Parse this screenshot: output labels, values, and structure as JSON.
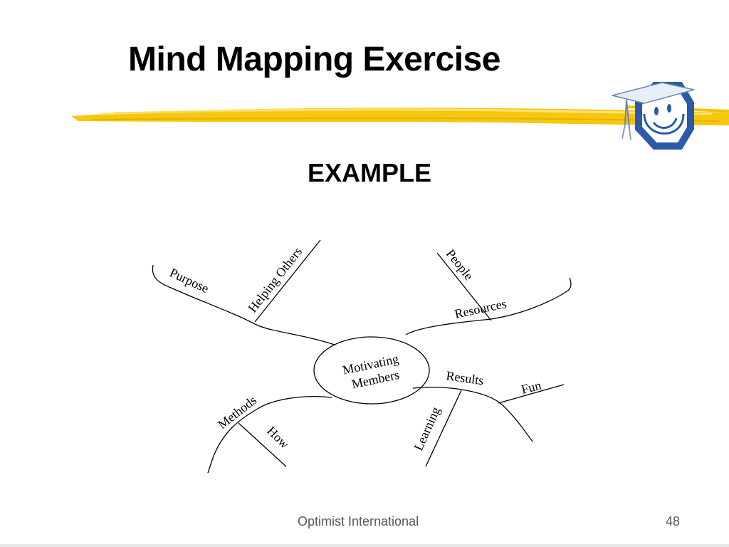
{
  "slide": {
    "title": "Mind Mapping Exercise",
    "subtitle": "EXAMPLE",
    "footer_org": "Optimist International",
    "page_number": "48"
  },
  "colors": {
    "stroke_accent": "#f2c200",
    "logo_blue": "#2a5aa8",
    "text": "#000000",
    "footer_text": "#555555"
  },
  "logo": {
    "icon": "smiley-graduate-octagon-icon"
  },
  "mindmap": {
    "center": "Motivating Members",
    "center_lines": [
      "Motivating",
      "Members"
    ],
    "branches": {
      "purpose": "Purpose",
      "helping_others": "Helping Others",
      "people": "People",
      "resources": "Resources",
      "methods": "Methods",
      "how": "How",
      "results": "Results",
      "learning": "Learning",
      "fun": "Fun"
    }
  }
}
